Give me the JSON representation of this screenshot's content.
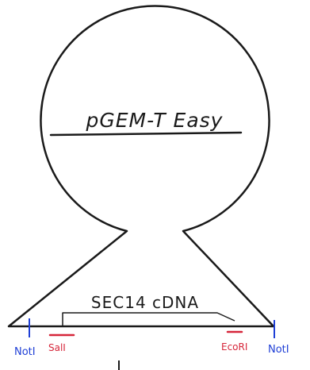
{
  "diagram": {
    "vector_label": "pGEM-T Easy",
    "insert_label": "SEC14 cDNA",
    "sites": {
      "noti_left": "NotI",
      "sali": "SalI",
      "ecori": "EcoRI",
      "noti_right": "NotI"
    },
    "colors": {
      "outline": "#1a1a1a",
      "noti": "#1f3fd6",
      "restriction": "#d6263a"
    }
  }
}
